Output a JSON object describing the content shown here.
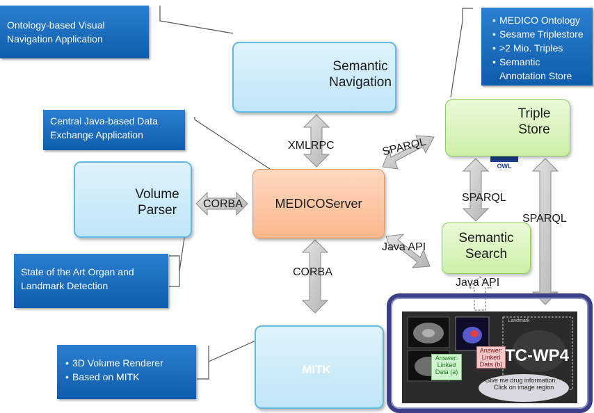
{
  "notes": {
    "visual_nav": "Ontology-based Visual Navigation Application",
    "central_java": "Central Java-based Data Exchange Application",
    "organ_detection": "State of the Art Organ and Landmark Detection",
    "renderer_items": [
      "3D Volume Renderer",
      "Based on MITK"
    ],
    "triplestore_items": [
      "MEDICO Ontology",
      "Sesame Triplestore",
      ">2 Mio. Triples",
      "Semantic Annotation Store"
    ]
  },
  "nodes": {
    "semantic_navigation": "Semantic Navigation",
    "triple_store": "Triple Store",
    "volume_parser": "Volume Parser",
    "medico_server": "MEDICOServer",
    "semantic_search": "Semantic Search",
    "mitk": "MITK",
    "tc_wp4": "TC-WP4",
    "owl": "OWL"
  },
  "connections": {
    "xmlrpc": "XMLRPC",
    "sparql_server_store": "SPARQL",
    "corba_parser": "CORBA",
    "sparql_search_store": "SPARQL",
    "sparql_tc_store": "SPARQL",
    "java_api_server_search": "Java API",
    "java_api_search_tc": "Java API",
    "corba_mitk": "CORBA"
  },
  "tc_details": {
    "answer_a": "Answer: Linked Data (a)",
    "answer_b": "Answer: Linked Data (b)",
    "query": "\"Give me drug information.\" + Click on image region",
    "landmark": "Landmark"
  },
  "colors": {
    "note_blue": "#0e5cad",
    "light_blue_box": "#bfe6f7",
    "green_box": "#cdf0a8",
    "orange_box": "#fbb88e",
    "arrow_gray": "#c8c8c8",
    "tc_frame": "#3a3f86"
  }
}
